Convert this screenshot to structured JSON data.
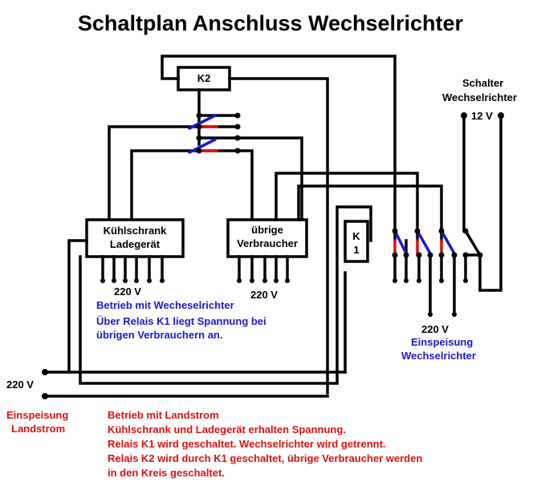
{
  "title": "Schaltplan Anschluss Wechselrichter",
  "relays": {
    "k2": "K2",
    "k1_line1": "K",
    "k1_line2": "1"
  },
  "boxes": {
    "fridge_line1": "Kühlschrank",
    "fridge_line2": "Ladegerät",
    "other_line1": "übrige",
    "other_line2": "Verbraucher"
  },
  "switch": {
    "line1": "Schalter",
    "line2": "Wechselrichter",
    "voltage": "12 V"
  },
  "voltages": {
    "fridge": "220 V",
    "other": "220 V",
    "inverter": "220 V",
    "shore": "220 V"
  },
  "inverter_feed": {
    "line1": "Einspeisung",
    "line2": "Wechselrichter"
  },
  "shore_feed": {
    "line1": "Einspeisung",
    "line2": "Landstrom"
  },
  "inverter_mode": {
    "heading": "Betrieb mit Wecheselrichter",
    "line1": "Über Relais K1 liegt Spannung bei",
    "line2": "übrigen Verbrauchern an."
  },
  "shore_mode": {
    "heading": "Betrieb mit Landstrom",
    "line1": "Kühlschrank und Ladegerät erhalten Spannung.",
    "line2": "Relais K1 wird geschaltet. Wechselrichter wird getrennt.",
    "line3": "Relais K2 wird durch K1 geschaltet, übrige Verbraucher  werden",
    "line4": "in den Kreis geschaltet."
  },
  "colors": {
    "wire": "#000000",
    "contact_blue": "#1a1acc",
    "contact_red": "#e01010",
    "text_blue": "#1a1acc",
    "text_red": "#e01010"
  }
}
